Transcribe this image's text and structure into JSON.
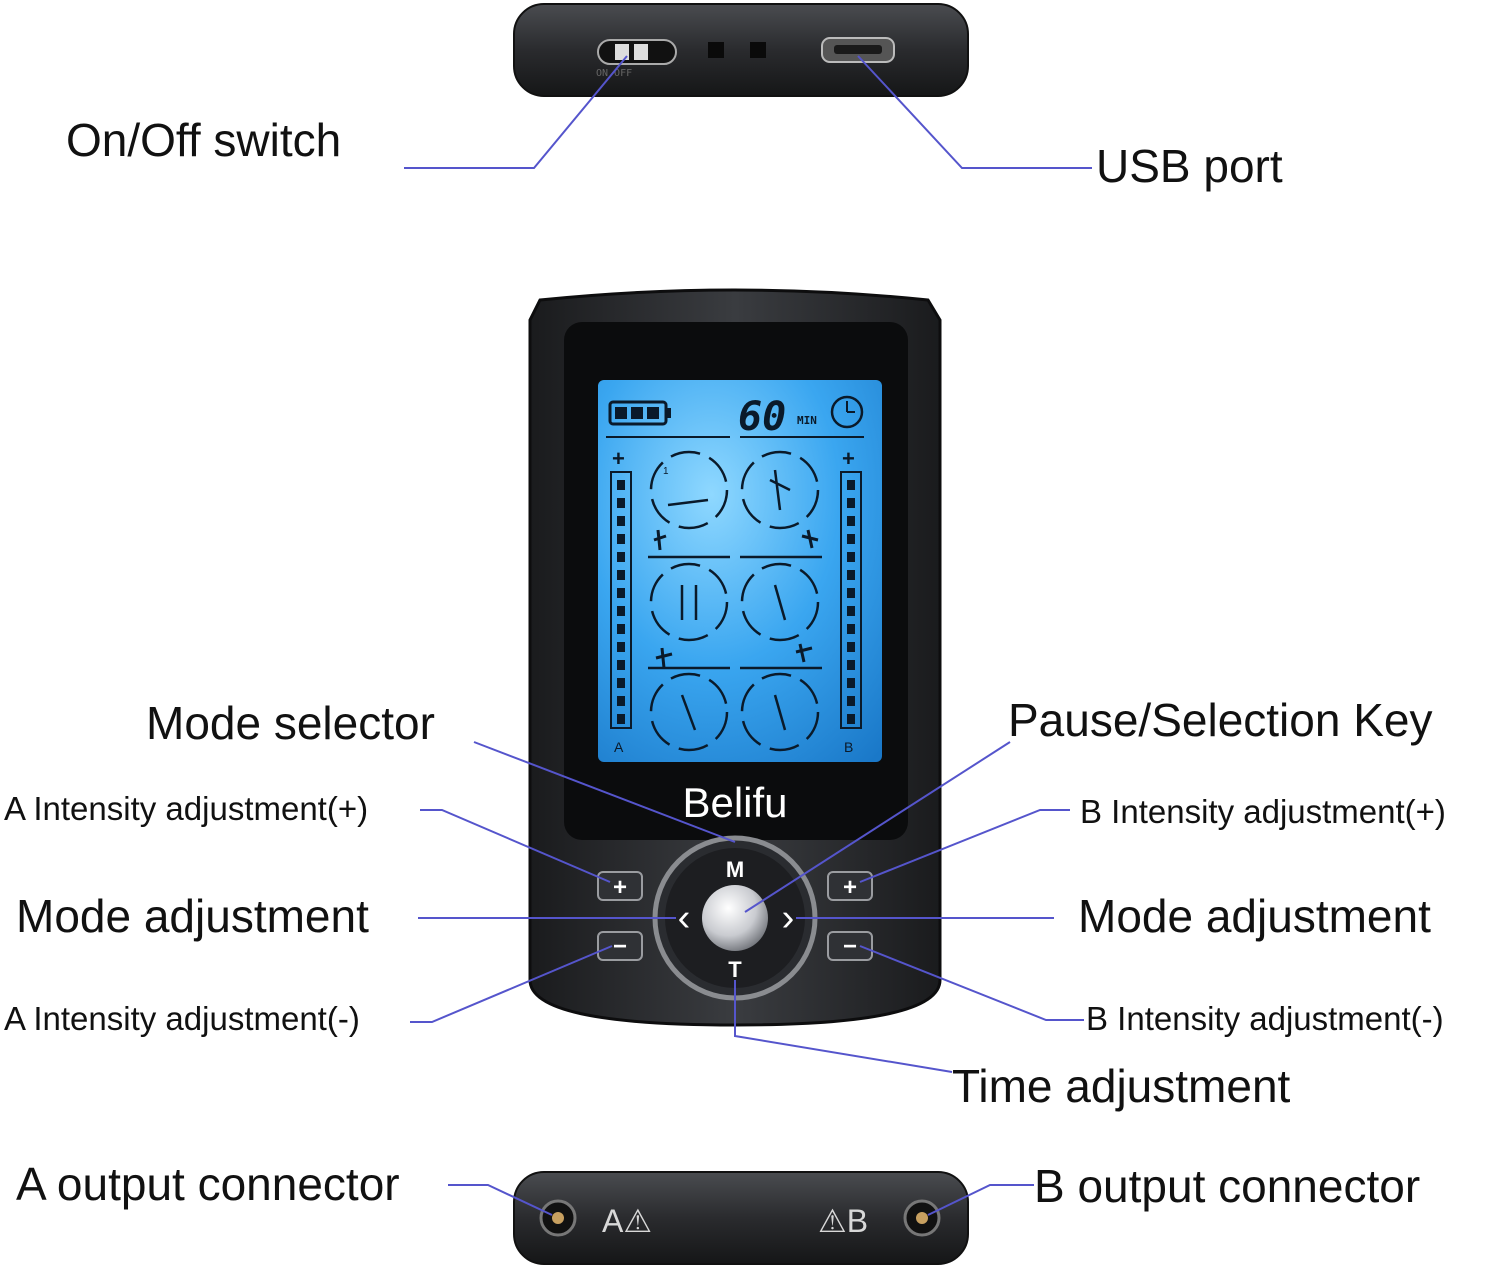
{
  "labels": {
    "on_off_switch": "On/Off switch",
    "usb_port": "USB port",
    "mode_selector": "Mode selector",
    "pause_selection_key": "Pause/Selection Key",
    "a_intensity_plus": "A Intensity adjustment(+)",
    "b_intensity_plus": "B Intensity adjustment(+)",
    "mode_adjustment_left": "Mode adjustment",
    "mode_adjustment_right": "Mode adjustment",
    "a_intensity_minus": "A Intensity adjustment(-)",
    "b_intensity_minus": "B Intensity adjustment(-)",
    "time_adjustment": "Time adjustment",
    "a_output_connector": "A output connector",
    "b_output_connector": "B output connector"
  },
  "device": {
    "brand": "Belifu",
    "timer_value": "60",
    "timer_unit": "MIN",
    "channel_a": "A",
    "channel_b": "B",
    "button_mode": "M",
    "button_time": "T",
    "button_plus": "+",
    "button_minus": "−",
    "arrow_left": "‹",
    "arrow_right": "›",
    "connector_a": "A⚠",
    "connector_b": "⚠B",
    "switch_text": "ON  OFF",
    "mode_number": "1"
  },
  "colors": {
    "leader_line": "#5555cc",
    "lcd_blue": "#3aa6f0",
    "device_body": "#2b2d30"
  }
}
